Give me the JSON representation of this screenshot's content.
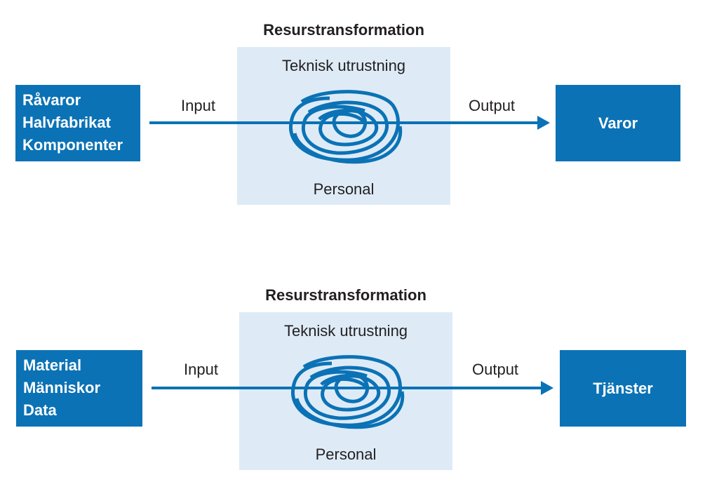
{
  "colors": {
    "box_fill": "#0b72b5",
    "arrow": "#0b72b5",
    "panel_fill": "#deebf7",
    "text": "#231f20"
  },
  "diagrams": [
    {
      "title": "Resurstransformation",
      "panel_top": "Teknisk utrustning",
      "panel_bottom": "Personal",
      "input_label": "Input",
      "output_label": "Output",
      "inputs": [
        "Råvaror",
        "Halvfabrikat",
        "Komponenter"
      ],
      "output": "Varor"
    },
    {
      "title": "Resurstransformation",
      "panel_top": "Teknisk utrustning",
      "panel_bottom": "Personal",
      "input_label": "Input",
      "output_label": "Output",
      "inputs": [
        "Material",
        "Människor",
        "Data"
      ],
      "output": "Tjänster"
    }
  ]
}
